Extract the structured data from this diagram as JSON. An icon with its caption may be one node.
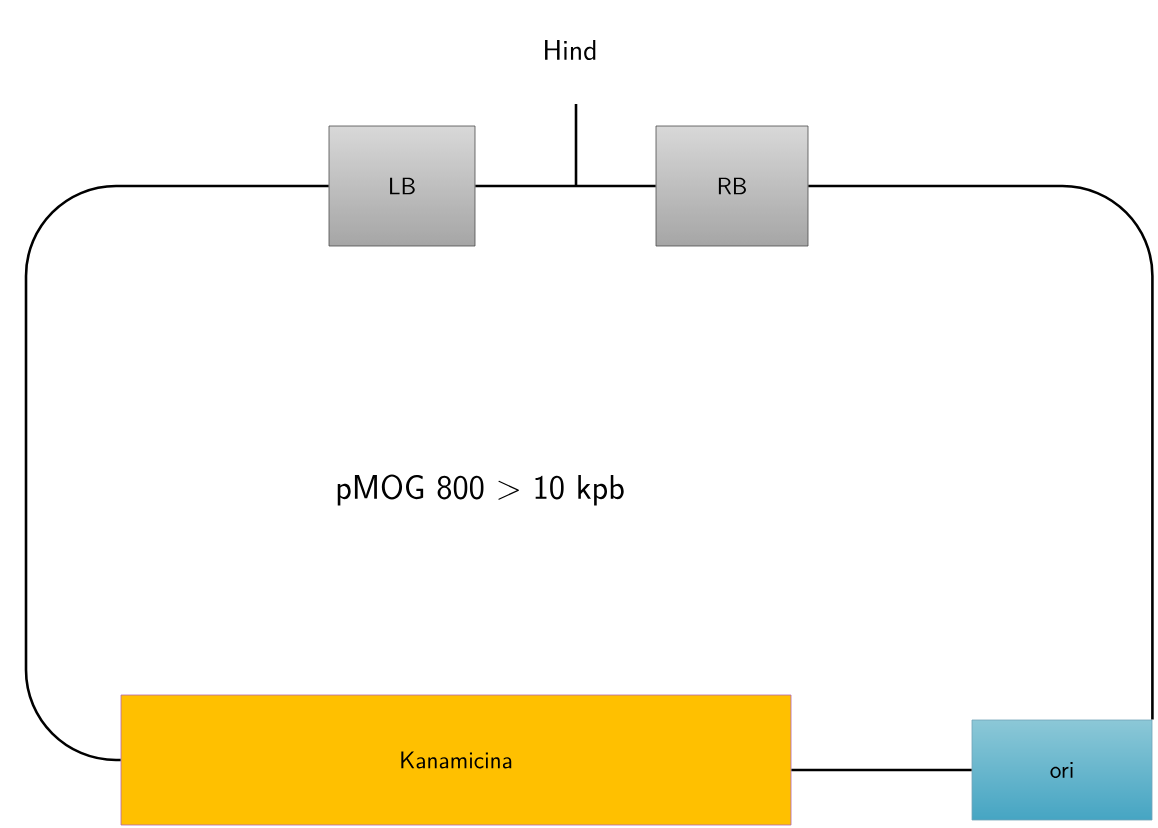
{
  "diagram": {
    "nodes": [
      {
        "text": [
          "LB"
        ]
      },
      {
        "text": [
          "RB"
        ]
      },
      {
        "text": [
          "Kanamicina"
        ]
      },
      {
        "text": [
          "ori"
        ]
      }
    ],
    "edges": [
      {
        "from": 0,
        "to": 1,
        "arrow": "none"
      },
      {
        "from": 1,
        "to": 3,
        "arrow": "none"
      },
      {
        "from": 3,
        "to": 2,
        "arrow": "none"
      },
      {
        "from": 2,
        "to": 0,
        "arrow": "none"
      }
    ],
    "labels": [
      "Hind",
      "pMOG 800 > 10 kpb"
    ]
  }
}
